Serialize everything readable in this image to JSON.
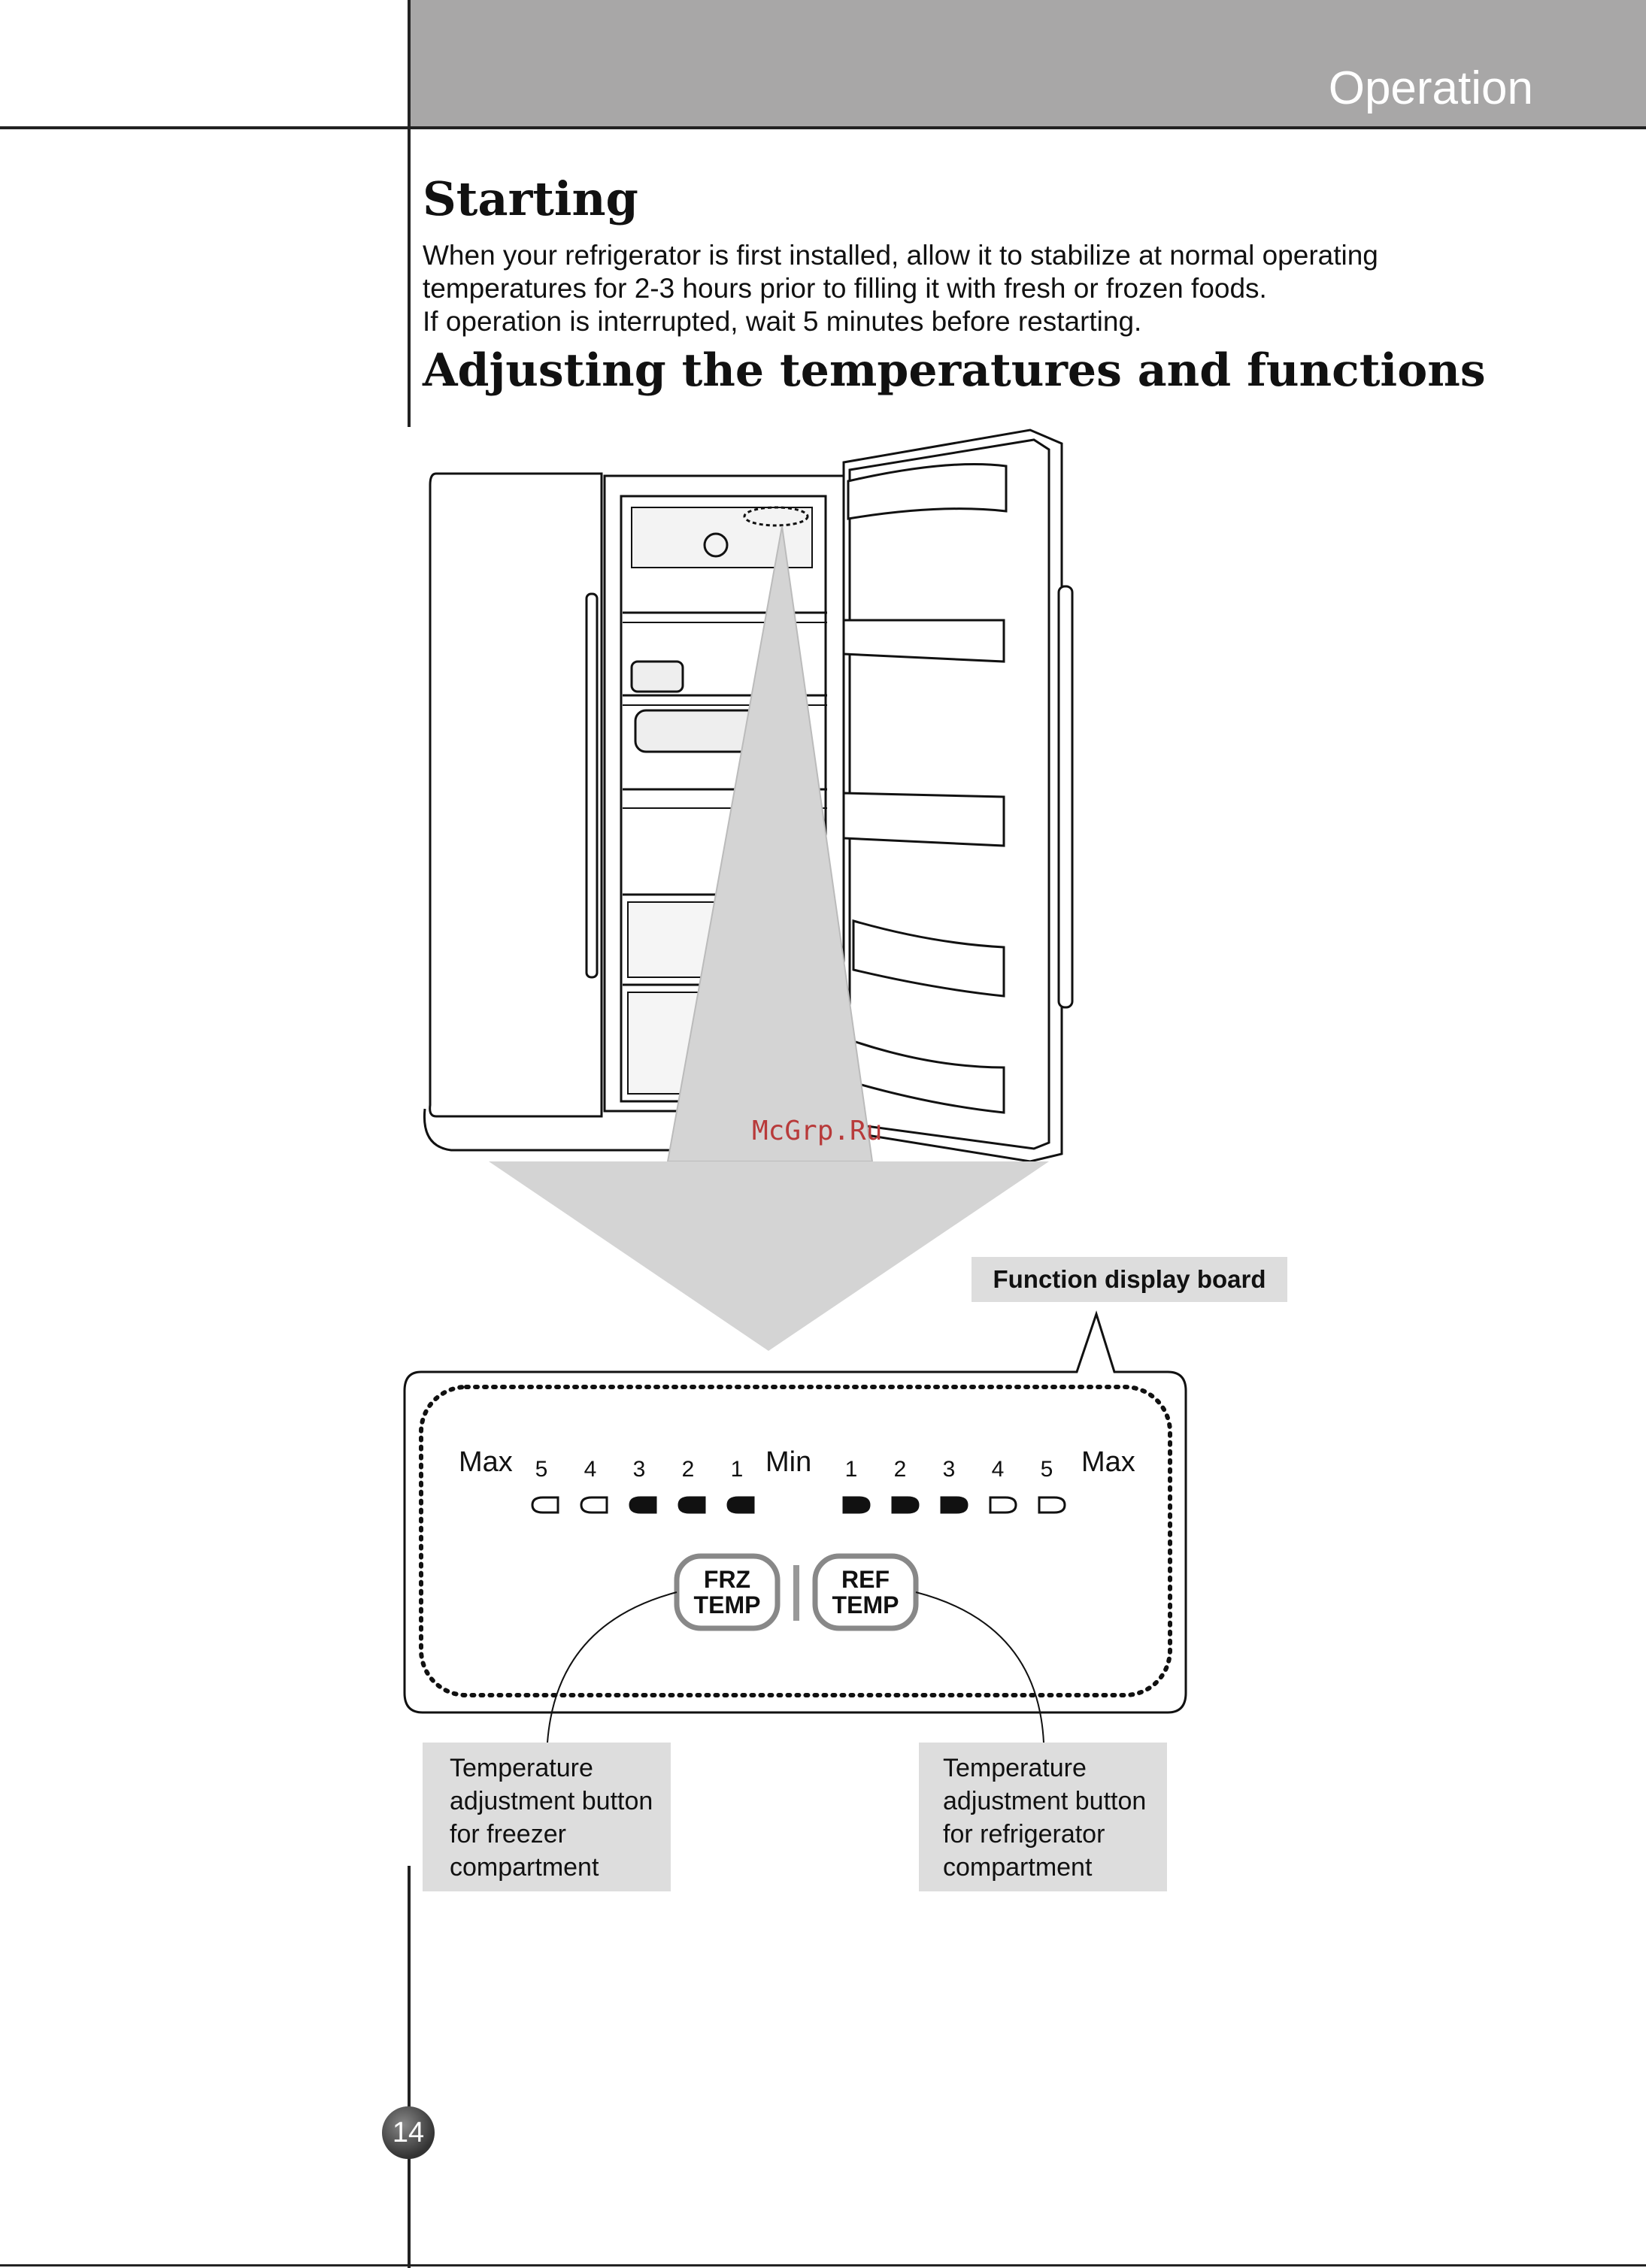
{
  "header": {
    "section_title": "Operation"
  },
  "starting": {
    "heading": "Starting",
    "lines": [
      "When your refrigerator is first installed, allow it to stabilize at normal operating",
      "temperatures for 2-3 hours prior to filling it with fresh or frozen foods.",
      "If operation is interrupted, wait 5 minutes before restarting."
    ]
  },
  "adjusting": {
    "heading": "Adjusting the temperatures and functions"
  },
  "watermark": "McGrp.Ru",
  "display_board": {
    "label": "Function display board",
    "max_left": "Max",
    "min_center": "Min",
    "max_right": "Max",
    "freezer_levels": [
      "5",
      "4",
      "3",
      "2",
      "1"
    ],
    "fridge_levels": [
      "1",
      "2",
      "3",
      "4",
      "5"
    ],
    "freezer_level_active": 3,
    "fridge_level_active": 3,
    "frz_button": {
      "line1": "FRZ",
      "line2": "TEMP"
    },
    "ref_button": {
      "line1": "REF",
      "line2": "TEMP"
    }
  },
  "captions": {
    "freezer": [
      "Temperature",
      "adjustment button",
      "for freezer",
      "compartment"
    ],
    "refrigerator": [
      "Temperature",
      "adjustment button",
      "for refrigerator",
      "compartment"
    ]
  },
  "page_number": "14"
}
